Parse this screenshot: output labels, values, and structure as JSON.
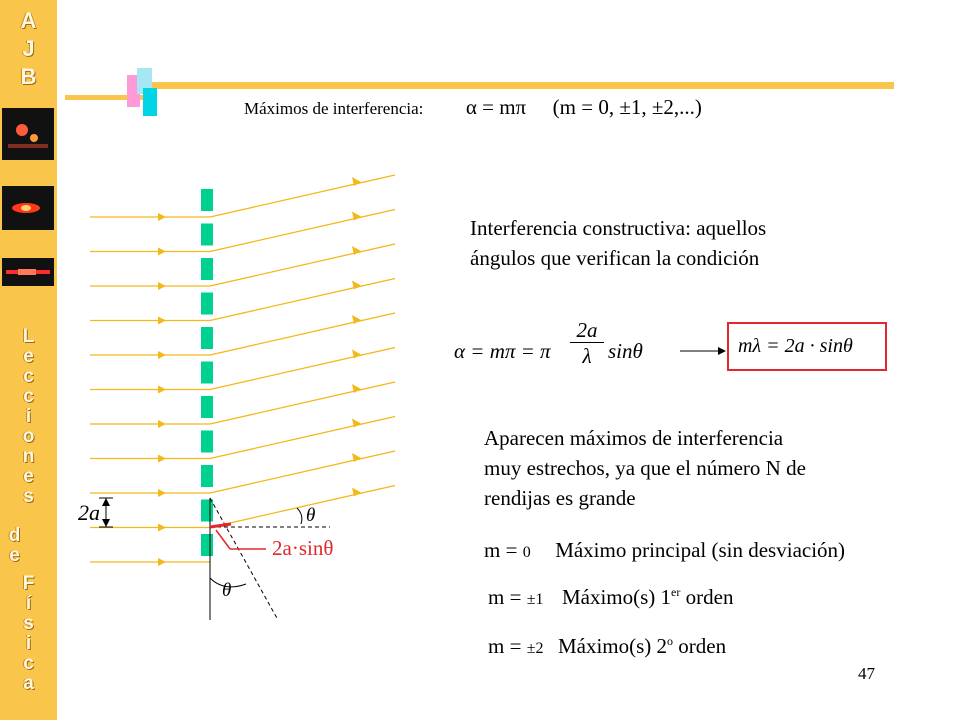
{
  "sidebar": {
    "letters_top": [
      "A",
      "J",
      "B"
    ],
    "letters_bottom": [
      "L",
      "e",
      "c",
      "c",
      "i",
      "o",
      "n",
      "e",
      "s",
      "d",
      "e",
      "F",
      "í",
      "s",
      "i",
      "c",
      "a"
    ]
  },
  "header": {
    "label": "Máximos de interferencia:",
    "equation": "α = mπ",
    "range": "(m = 0, ±1, ±2,...)"
  },
  "constructive": {
    "line1": "Interferencia constructiva: aquellos",
    "line2": "ángulos que verifican la condición"
  },
  "equations": {
    "main_lhs": "α = mπ = π",
    "main_num": "2a",
    "main_den": "λ",
    "main_tail": "sinθ",
    "boxed": "mλ = 2a · sinθ"
  },
  "narrow": {
    "line1": "Aparecen máximos de interferencia",
    "line2": "muy estrechos, ya que el número N de",
    "line3": "rendijas es grande"
  },
  "orders": [
    {
      "m": "m = ",
      "value": "0",
      "desc": "Máximo principal (sin desviación)"
    },
    {
      "m": "m = ",
      "value": "±1",
      "desc": "Máximo(s) 1",
      "sup": "er",
      "desc_tail": " orden"
    },
    {
      "m": "m = ",
      "value": "±2",
      "desc": "Máximo(s) 2",
      "sup": "o",
      "desc_tail": " orden"
    }
  ],
  "diagram": {
    "spacing_label": "2a",
    "path_label": "2a·sinθ",
    "angle_label": "θ",
    "slit_count": 11,
    "colors": {
      "slit": "#00d191",
      "ray": "#f3b81a",
      "path": "#e0282e"
    }
  },
  "page_number": "47",
  "colors": {
    "sidebar": "#f9c64b",
    "accent_bar": "#f9c64b",
    "box": "#e0282e"
  }
}
